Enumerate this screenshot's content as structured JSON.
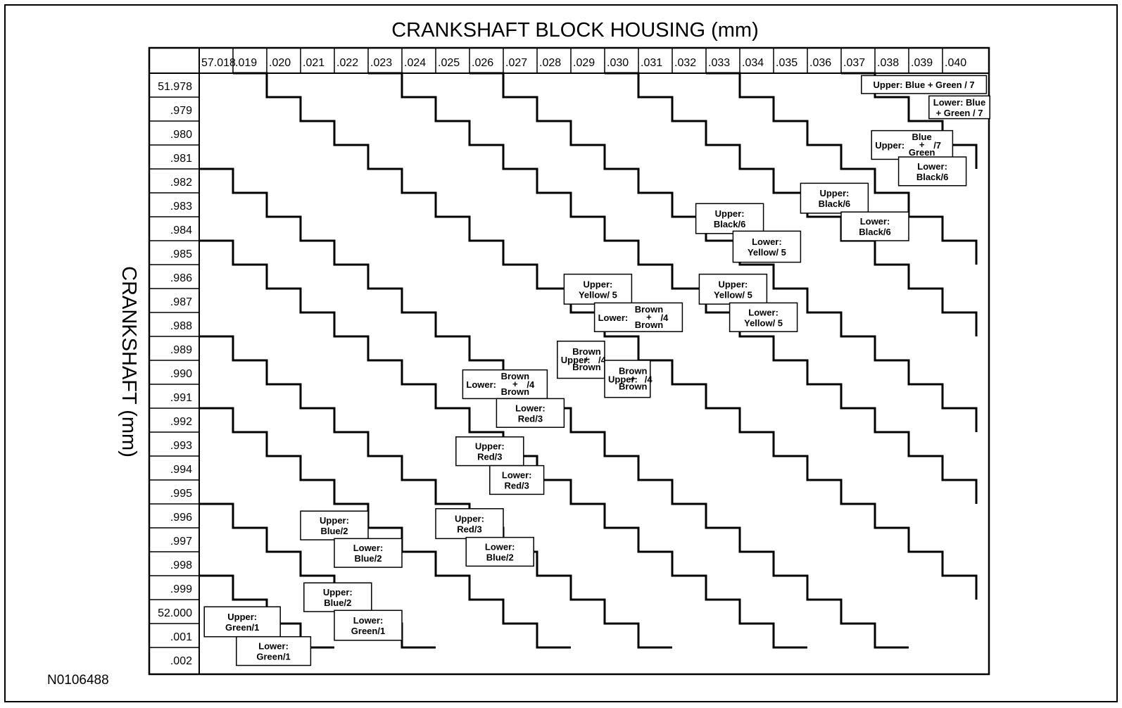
{
  "title": "CRANKSHAFT BLOCK HOUSING (mm)",
  "y_axis_title": "CRANKSHAFT (mm)",
  "drawing_code": "N0106488",
  "x_ticks": [
    "57.018",
    ".019",
    ".020",
    ".021",
    ".022",
    ".023",
    ".024",
    ".025",
    ".026",
    ".027",
    ".028",
    ".029",
    ".030",
    ".031",
    ".032",
    ".033",
    ".034",
    ".035",
    ".036",
    ".037",
    ".038",
    ".039",
    ".040"
  ],
  "y_ticks": [
    "51.978",
    ".979",
    ".980",
    ".981",
    ".982",
    ".983",
    ".984",
    ".985",
    ".986",
    ".987",
    ".988",
    ".989",
    ".990",
    ".991",
    ".992",
    ".993",
    ".994",
    ".995",
    ".996",
    ".997",
    ".998",
    ".999",
    "52.000",
    ".001",
    ".002"
  ],
  "bearing_labels": [
    {
      "lines": [
        "Upper:",
        "Green/1"
      ]
    },
    {
      "lines": [
        "Lower:",
        "Green/1"
      ]
    },
    {
      "lines": [
        "Upper:",
        "Blue/2"
      ]
    },
    {
      "lines": [
        "Lower:",
        "Green/1"
      ]
    },
    {
      "lines": [
        "Upper:",
        "Blue/2"
      ]
    },
    {
      "lines": [
        "Lower:",
        "Blue/2"
      ]
    },
    {
      "lines": [
        "Upper:",
        "Red/3"
      ]
    },
    {
      "lines": [
        "Lower:",
        "Blue/2"
      ]
    },
    {
      "lines": [
        "Upper:",
        "Red/3"
      ]
    },
    {
      "lines": [
        "Lower:",
        "Red/3"
      ]
    },
    {
      "lines": [
        "Lower:",
        "Brown",
        "+",
        "/4",
        "Brown"
      ]
    },
    {
      "lines": [
        "Lower:",
        "Red/3"
      ]
    },
    {
      "lines": [
        "Upper:",
        "Brown",
        "+",
        "/4",
        "Brown"
      ]
    },
    {
      "lines": [
        "Upper:",
        "Brown",
        "+",
        "/4",
        "Brown"
      ]
    },
    {
      "lines": [
        "Upper:",
        "Yellow/ 5"
      ]
    },
    {
      "lines": [
        "Lower:",
        "Brown",
        "+",
        "/4",
        "Brown"
      ]
    },
    {
      "lines": [
        "Upper:",
        "Yellow/ 5"
      ]
    },
    {
      "lines": [
        "Lower:",
        "Yellow/ 5"
      ]
    },
    {
      "lines": [
        "Upper:",
        "Black/6"
      ]
    },
    {
      "lines": [
        "Lower:",
        "Yellow/ 5"
      ]
    },
    {
      "lines": [
        "Upper:",
        "Black/6"
      ]
    },
    {
      "lines": [
        "Lower:",
        "Black/6"
      ]
    },
    {
      "lines": [
        "Upper:",
        "Blue",
        "+",
        "/7",
        "Green"
      ]
    },
    {
      "lines": [
        "Lower:",
        "Black/6"
      ]
    },
    {
      "lines": [
        "Upper: Blue + Green / 7"
      ]
    },
    {
      "lines": [
        "Lower: Blue",
        "+ Green / 7"
      ]
    }
  ]
}
